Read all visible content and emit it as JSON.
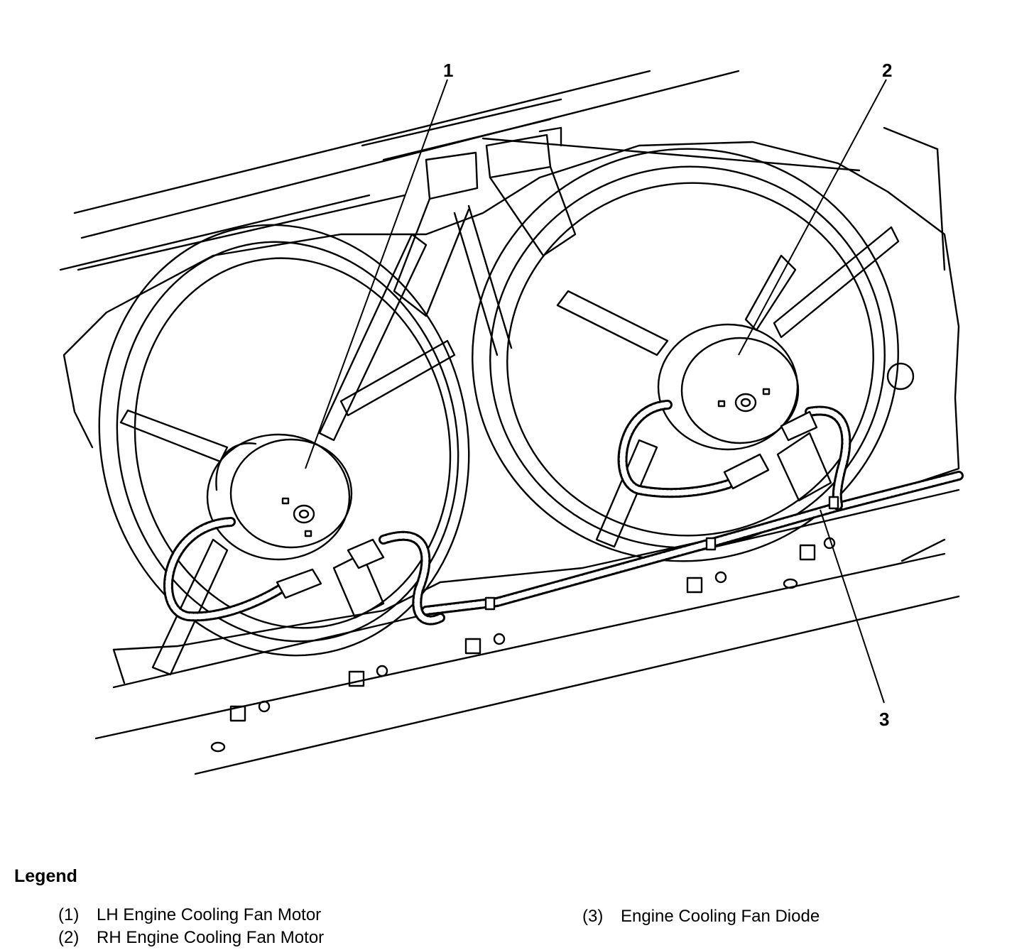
{
  "callouts": {
    "c1": "1",
    "c2": "2",
    "c3": "3"
  },
  "legend": {
    "title": "Legend",
    "items": [
      {
        "num": "(1)",
        "label": "LH Engine Cooling Fan Motor"
      },
      {
        "num": "(2)",
        "label": "RH Engine Cooling Fan Motor"
      },
      {
        "num": "(3)",
        "label": "Engine Cooling Fan Diode"
      }
    ]
  }
}
